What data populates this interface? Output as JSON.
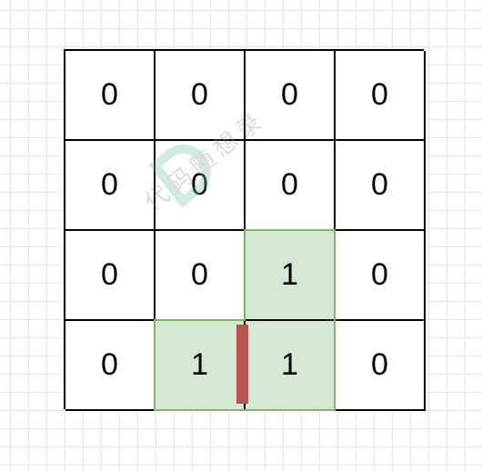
{
  "grid": {
    "rows": [
      [
        "0",
        "0",
        "0",
        "0"
      ],
      [
        "0",
        "0",
        "0",
        "0"
      ],
      [
        "0",
        "0",
        "1",
        "0"
      ],
      [
        "0",
        "1",
        "1",
        "0"
      ]
    ],
    "highlight_cells": [
      [
        2,
        2
      ],
      [
        3,
        1
      ],
      [
        3,
        2
      ]
    ]
  },
  "colors": {
    "highlight_fill": "#d5e8d4",
    "highlight_border": "#82b366",
    "wall": "#b85450",
    "grid_line": "#000000"
  },
  "watermark": {
    "logo_letter": "D",
    "text": "代码随想录"
  }
}
